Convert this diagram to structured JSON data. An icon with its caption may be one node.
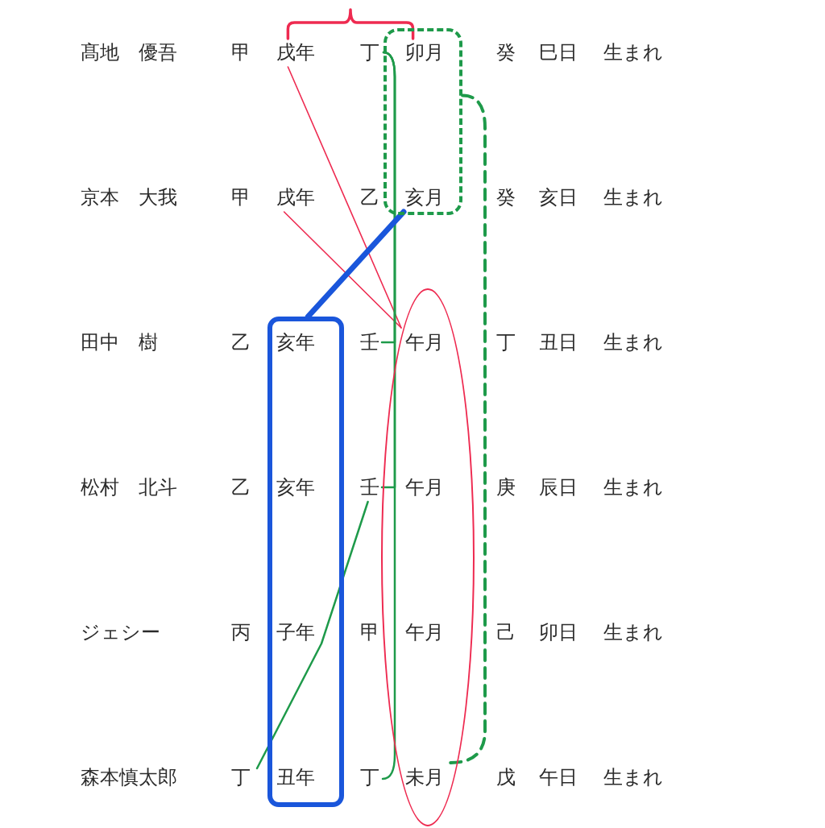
{
  "diagram": {
    "nodes": [
      {
        "text": [
          "戌年"
        ]
      },
      {
        "text": [
          "丁"
        ]
      },
      {
        "text": [],
        "shape": "box"
      },
      {
        "text": [
          "卯月"
        ],
        "in": 2
      },
      {
        "text": [
          "亥月"
        ],
        "in": 2
      },
      {
        "text": [
          "戌年"
        ]
      },
      {
        "text": [],
        "shape": "box"
      },
      {
        "text": [
          "亥年"
        ],
        "in": 6
      },
      {
        "text": [
          "壬"
        ]
      },
      {
        "text": [],
        "shape": "ellipse"
      },
      {
        "text": [
          "午月"
        ],
        "in": 9
      },
      {
        "text": [
          "亥年"
        ],
        "in": 6
      },
      {
        "text": [
          "壬"
        ]
      },
      {
        "text": [
          "午月"
        ],
        "in": 9
      },
      {
        "text": [
          "子年"
        ],
        "in": 6
      },
      {
        "text": [
          "午月"
        ],
        "in": 9
      },
      {
        "text": [
          "丁"
        ]
      },
      {
        "text": [
          "丑年"
        ],
        "in": 6
      },
      {
        "text": [
          "丁"
        ]
      },
      {
        "text": [
          "未月"
        ],
        "in": 9
      }
    ],
    "edges": [
      {
        "from": 0,
        "to": 3,
        "arrow": "none",
        "color": "#ee2a50"
      },
      {
        "from": 0,
        "to": 10,
        "arrow": "none",
        "color": "#ee2a50"
      },
      {
        "from": 5,
        "to": 10,
        "arrow": "none",
        "color": "#ee2a50"
      },
      {
        "from": 1,
        "to": 8,
        "arrow": "none"
      },
      {
        "from": 1,
        "to": 12,
        "arrow": "none"
      },
      {
        "from": 1,
        "to": 18,
        "arrow": "none"
      },
      {
        "from": 4,
        "to": 6,
        "arrow": "none",
        "style": "thick",
        "color": "#1a56db"
      },
      {
        "from": 12,
        "to": 16,
        "arrow": "none"
      },
      {
        "from": 2,
        "to": 19,
        "arrow": "none",
        "style": "dashed"
      }
    ],
    "labels": [
      "髙地　優吾",
      "甲",
      "癸",
      "巳日",
      "生まれ",
      "京本　大我",
      "甲",
      "乙",
      "癸",
      "亥日",
      "生まれ",
      "田中　樹",
      "乙",
      "丁",
      "丑日",
      "生まれ",
      "松村　北斗",
      "乙",
      "庚",
      "辰日",
      "生まれ",
      "ジェシー",
      "丙",
      "甲",
      "己",
      "卯日",
      "生まれ",
      "森本慎太郎",
      "戊",
      "午日",
      "生まれ"
    ]
  }
}
